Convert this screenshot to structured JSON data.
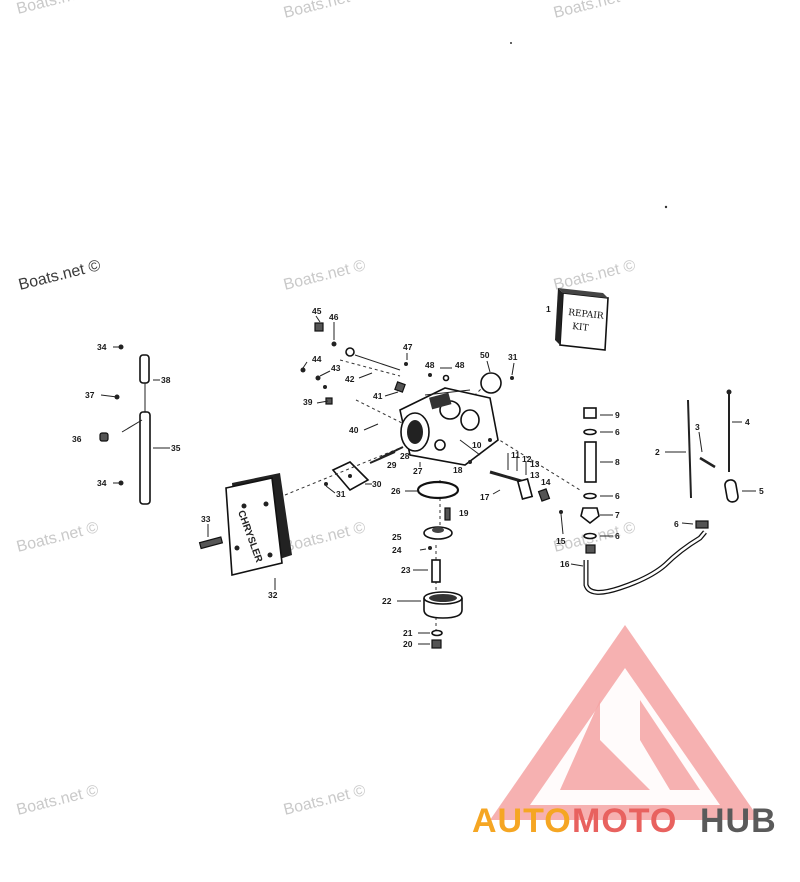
{
  "watermarks": {
    "boats_dark": "Boats.net ©",
    "boats_light": "Boats.net ©"
  },
  "repair_kit": {
    "line1": "REPAIR",
    "line2": "KIT"
  },
  "cover_brand": "CHRYSLER",
  "logo": {
    "part1": "AUTO",
    "part2": "MOTO",
    "part3": "HUB",
    "color1": "#f5a623",
    "color2": "#e8625f",
    "color3": "#5a5a5a",
    "triangle_color": "#f08a8a"
  },
  "callouts": {
    "c1": "1",
    "c2": "2",
    "c3": "3",
    "c4": "4",
    "c5": "5",
    "c6a": "6",
    "c6b": "6",
    "c6c": "6",
    "c6d": "6",
    "c6e": "6",
    "c7": "7",
    "c8": "8",
    "c9": "9",
    "c10": "10",
    "c11": "11",
    "c12": "12",
    "c13a": "13",
    "c13b": "13",
    "c14": "14",
    "c15a": "15",
    "c15b": "15",
    "c16": "16",
    "c17": "17",
    "c18": "18",
    "c19": "19",
    "c20": "20",
    "c21": "21",
    "c22": "22",
    "c23": "23",
    "c24": "24",
    "c25": "25",
    "c26": "26",
    "c27": "27",
    "c28": "28",
    "c29": "29",
    "c30": "30",
    "c31a": "31",
    "c31b": "31",
    "c32": "32",
    "c33": "33",
    "c34a": "34",
    "c34b": "34",
    "c35": "35",
    "c36": "36",
    "c37": "37",
    "c38": "38",
    "c39": "39",
    "c40": "40",
    "c41": "41",
    "c42": "42",
    "c43": "43",
    "c44": "44",
    "c45": "45",
    "c46": "46",
    "c47": "47",
    "c48a": "48",
    "c48b": "48",
    "c50": "50"
  }
}
